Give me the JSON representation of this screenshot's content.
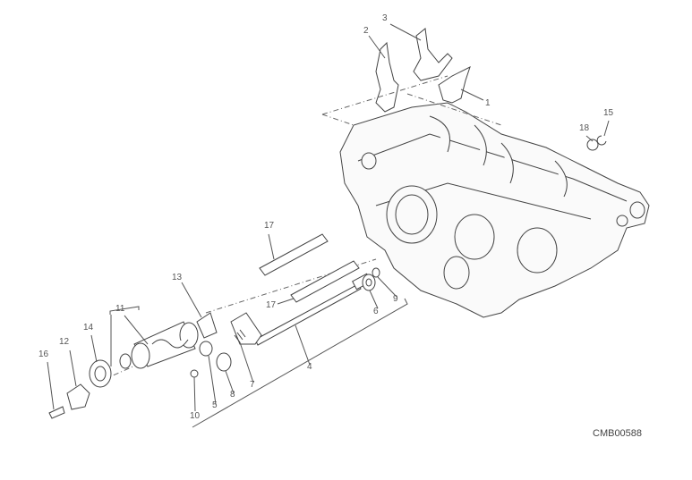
{
  "diagram": {
    "drawing_code": "CMB00588",
    "callouts": [
      {
        "id": "c1",
        "text": "1"
      },
      {
        "id": "c2",
        "text": "2"
      },
      {
        "id": "c3",
        "text": "3"
      },
      {
        "id": "c4",
        "text": "4"
      },
      {
        "id": "c5",
        "text": "5"
      },
      {
        "id": "c6",
        "text": "6"
      },
      {
        "id": "c7",
        "text": "7"
      },
      {
        "id": "c8",
        "text": "8"
      },
      {
        "id": "c9",
        "text": "9"
      },
      {
        "id": "c10",
        "text": "10"
      },
      {
        "id": "c11",
        "text": "11"
      },
      {
        "id": "c12",
        "text": "12"
      },
      {
        "id": "c13",
        "text": "13"
      },
      {
        "id": "c14",
        "text": "14"
      },
      {
        "id": "c15",
        "text": "15"
      },
      {
        "id": "c16",
        "text": "16"
      },
      {
        "id": "c17a",
        "text": "17"
      },
      {
        "id": "c17b",
        "text": "17"
      },
      {
        "id": "c18",
        "text": "18"
      }
    ]
  }
}
